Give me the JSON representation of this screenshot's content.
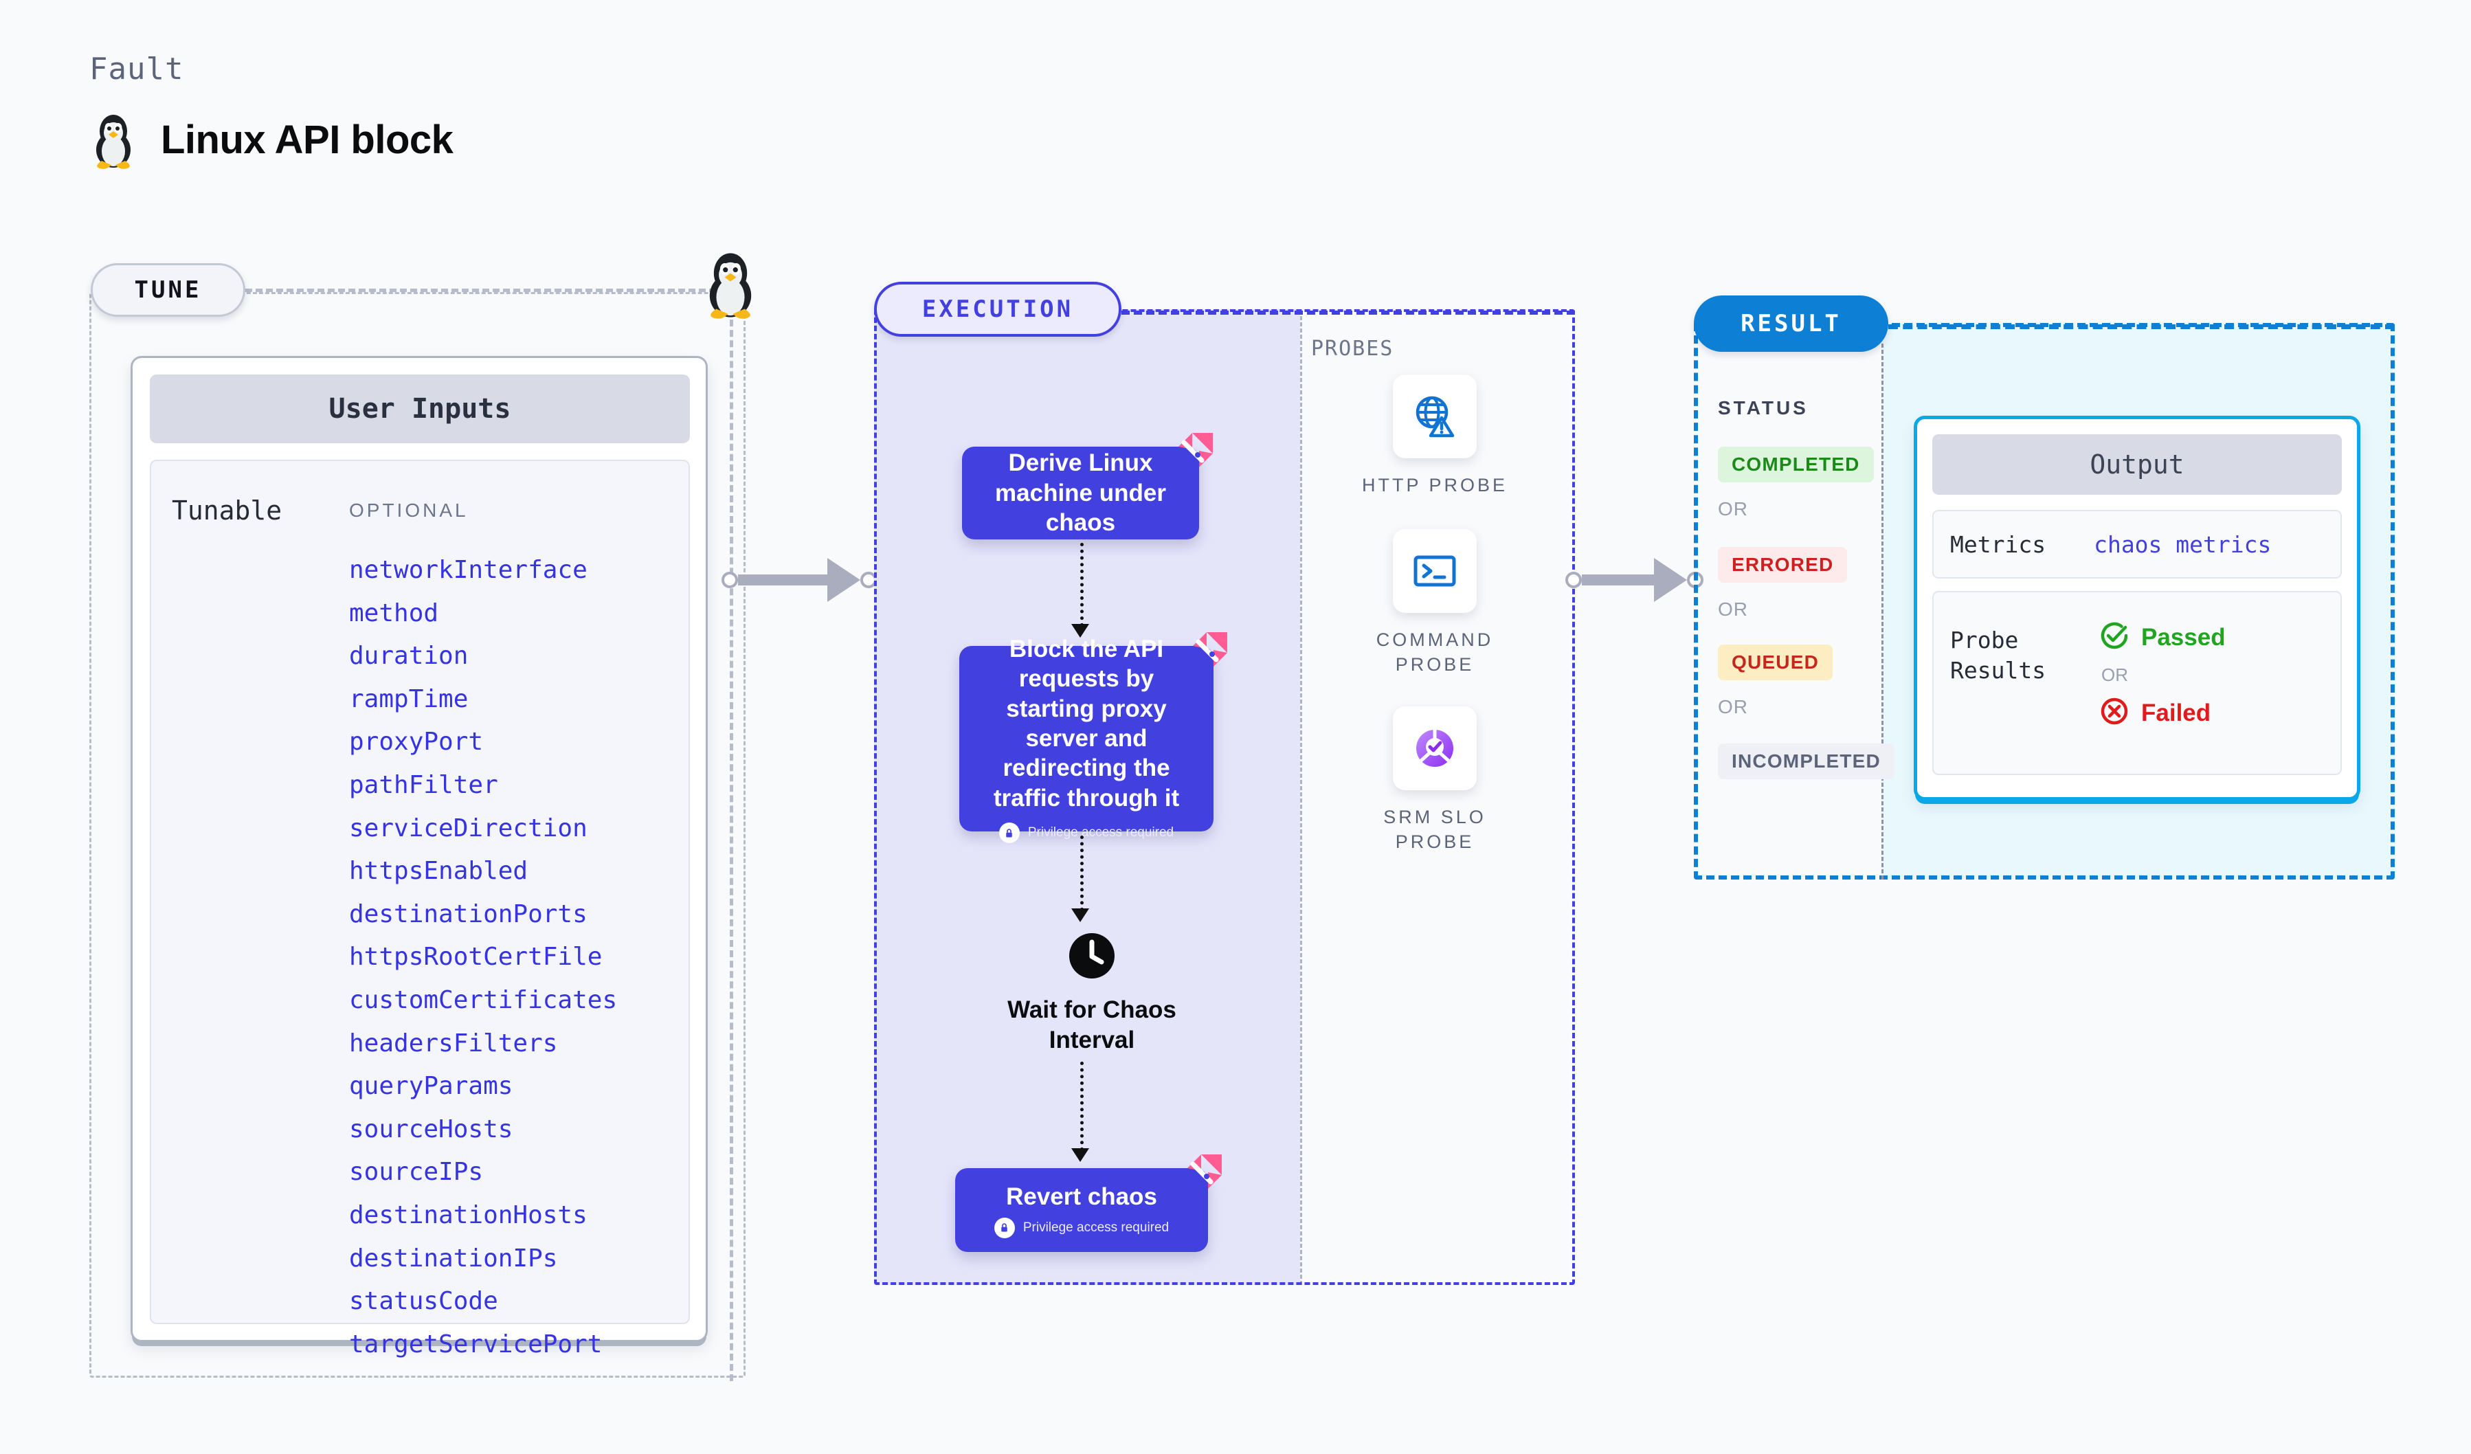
{
  "header": {
    "eyebrow": "Fault",
    "title": "Linux API block",
    "icon": "linux-penguin-icon"
  },
  "tune": {
    "chip_label": "TUNE",
    "card_title": "User Inputs",
    "group_label": "Tunable",
    "column_label": "OPTIONAL",
    "items": [
      "networkInterface",
      "method",
      "duration",
      "rampTime",
      "proxyPort",
      "pathFilter",
      "serviceDirection",
      "httpsEnabled",
      "destinationPorts",
      "httpsRootCertFile",
      "customCertificates",
      "headersFilters",
      "queryParams",
      "sourceHosts",
      "sourceIPs",
      "destinationHosts",
      "destinationIPs",
      "statusCode",
      "targetServicePort"
    ]
  },
  "execution": {
    "chip_label": "EXECUTION",
    "nodes": [
      {
        "text": "Derive Linux machine under chaos",
        "privilege": null,
        "mark": "harness-mark-icon"
      },
      {
        "text": "Block the API requests by starting proxy server and redirecting the traffic through it",
        "privilege": "Privilege access required",
        "mark": "harness-mark-icon"
      },
      {
        "text": "Revert chaos",
        "privilege": "Privilege access required",
        "mark": "harness-mark-icon"
      }
    ],
    "wait": {
      "label": "Wait for Chaos Interval",
      "icon": "clock-icon"
    }
  },
  "probes": {
    "label": "PROBES",
    "items": [
      {
        "name": "HTTP PROBE",
        "icon": "globe-warning-icon"
      },
      {
        "name": "COMMAND PROBE",
        "icon": "terminal-icon"
      },
      {
        "name": "SRM SLO PROBE",
        "icon": "slo-donut-check-icon"
      }
    ]
  },
  "result": {
    "chip_label": "RESULT",
    "status_label": "STATUS",
    "or_label": "OR",
    "statuses": [
      {
        "label": "COMPLETED",
        "bg": "#ddf4dd",
        "fg": "#1b8a1b"
      },
      {
        "label": "ERRORED",
        "bg": "#fdeaea",
        "fg": "#cf2020"
      },
      {
        "label": "QUEUED",
        "bg": "#fdedc2",
        "fg": "#c4281c"
      },
      {
        "label": "INCOMPLETED",
        "bg": "#eef0f6",
        "fg": "#5b6478"
      }
    ],
    "output": {
      "title": "Output",
      "metrics_key": "Metrics",
      "metrics_value": "chaos metrics",
      "probe_key": "Probe Results",
      "passed": "Passed",
      "failed": "Failed",
      "or_label": "OR"
    }
  },
  "colors": {
    "accent_purple": "#4340e0",
    "accent_blue": "#0d7fd4",
    "accent_cyan": "#0aa8e8",
    "pink_mark": "#ff5c93",
    "pass_green": "#21a521",
    "fail_red": "#e01b1b",
    "mono_text": "#262b36",
    "muted": "#6d7589"
  }
}
